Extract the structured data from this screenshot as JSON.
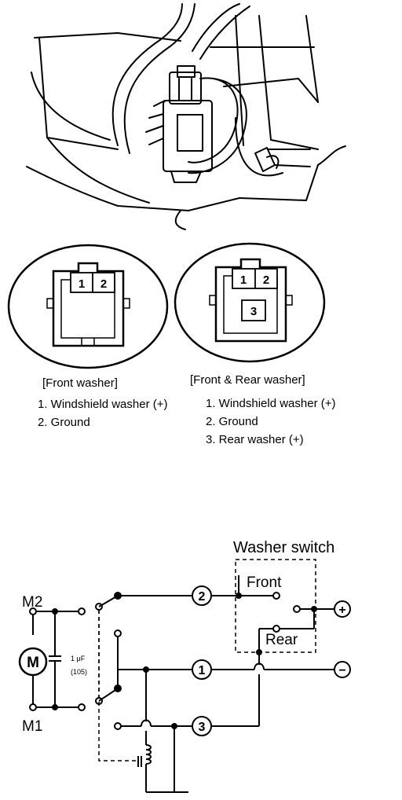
{
  "connectors": {
    "front": {
      "pins": [
        "1",
        "2"
      ],
      "title": "[Front washer]",
      "items": [
        "1.  Windshield washer (+)",
        "2.  Ground"
      ]
    },
    "front_rear": {
      "pins": [
        "1",
        "2",
        "3"
      ],
      "title": "[Front & Rear washer]",
      "items": [
        "1.  Windshield washer (+)",
        "2.  Ground",
        "3.  Rear washer (+)"
      ]
    }
  },
  "schematic": {
    "switch_title": "Washer switch",
    "front_label": "Front",
    "rear_label": "Rear",
    "motor_label": "M",
    "m2_label": "M2",
    "m1_label": "M1",
    "capacitor_value": "1 μF",
    "capacitor_code": "(105)",
    "wire_labels": [
      "2",
      "1",
      "3"
    ],
    "plus_symbol": "+",
    "minus_symbol": "−"
  }
}
